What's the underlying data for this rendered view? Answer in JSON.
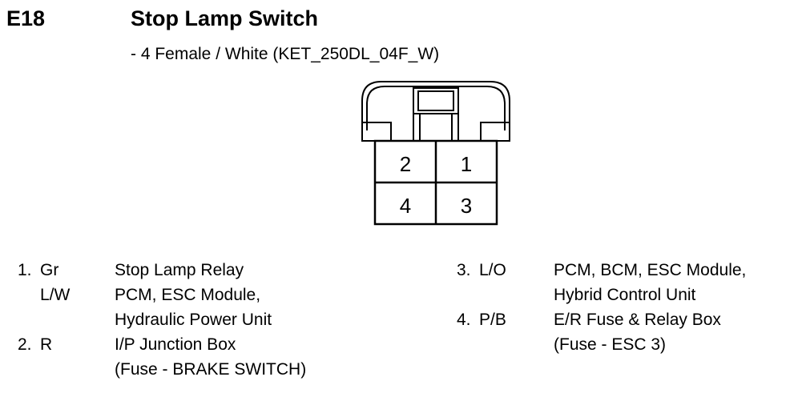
{
  "header": {
    "code": "E18",
    "title": "Stop Lamp Switch",
    "subtitle": "- 4 Female / White (KET_250DL_04F_W)"
  },
  "connector": {
    "pins": [
      "2",
      "1",
      "4",
      "3"
    ]
  },
  "pin_table": {
    "left": [
      {
        "num": "1.",
        "wires": [
          "Gr",
          "L/W"
        ],
        "lines": [
          "Stop Lamp Relay",
          "PCM, ESC Module,",
          "Hydraulic Power Unit"
        ]
      },
      {
        "num": "2.",
        "wires": [
          "R"
        ],
        "lines": [
          "I/P Junction Box",
          "(Fuse - BRAKE SWITCH)"
        ]
      }
    ],
    "right": [
      {
        "num": "3.",
        "wires": [
          "L/O"
        ],
        "lines": [
          "PCM, BCM, ESC Module,",
          "Hybrid Control Unit"
        ]
      },
      {
        "num": "4.",
        "wires": [
          "P/B"
        ],
        "lines": [
          "E/R Fuse & Relay Box",
          "(Fuse - ESC 3)"
        ]
      }
    ]
  }
}
